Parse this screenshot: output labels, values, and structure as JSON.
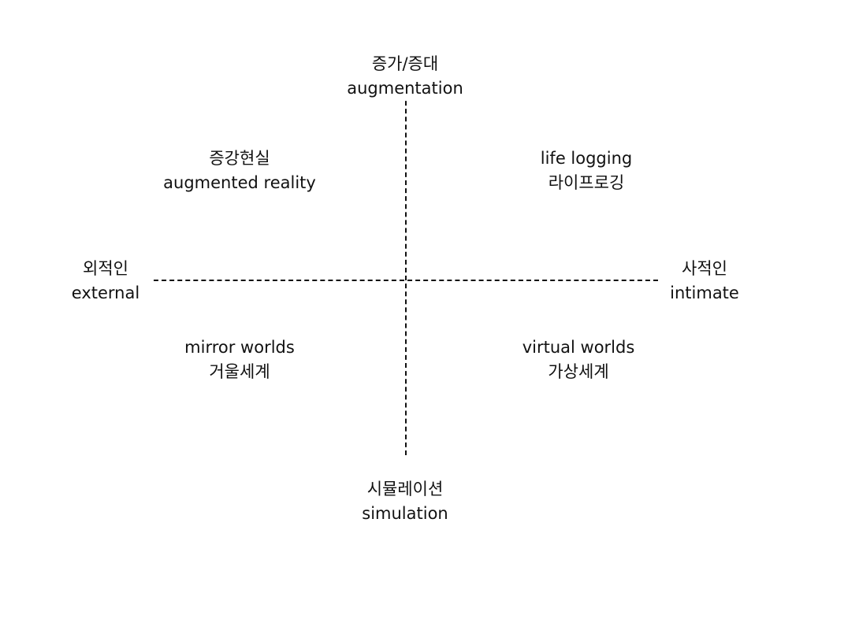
{
  "axes": {
    "top": {
      "line1": "증가/증대",
      "line2": "augmentation"
    },
    "bottom": {
      "line1": "시뮬레이션",
      "line2": "simulation"
    },
    "left": {
      "line1": "외적인",
      "line2": "external"
    },
    "right": {
      "line1": "사적인",
      "line2": "intimate"
    }
  },
  "quadrants": {
    "top_left": {
      "line1": "증강현실",
      "line2": "augmented reality"
    },
    "top_right": {
      "line1": "life logging",
      "line2": "라이프로깅"
    },
    "bottom_left": {
      "line1": "mirror worlds",
      "line2": "거울세계"
    },
    "bottom_right": {
      "line1": "virtual worlds",
      "line2": "가상세계"
    }
  }
}
